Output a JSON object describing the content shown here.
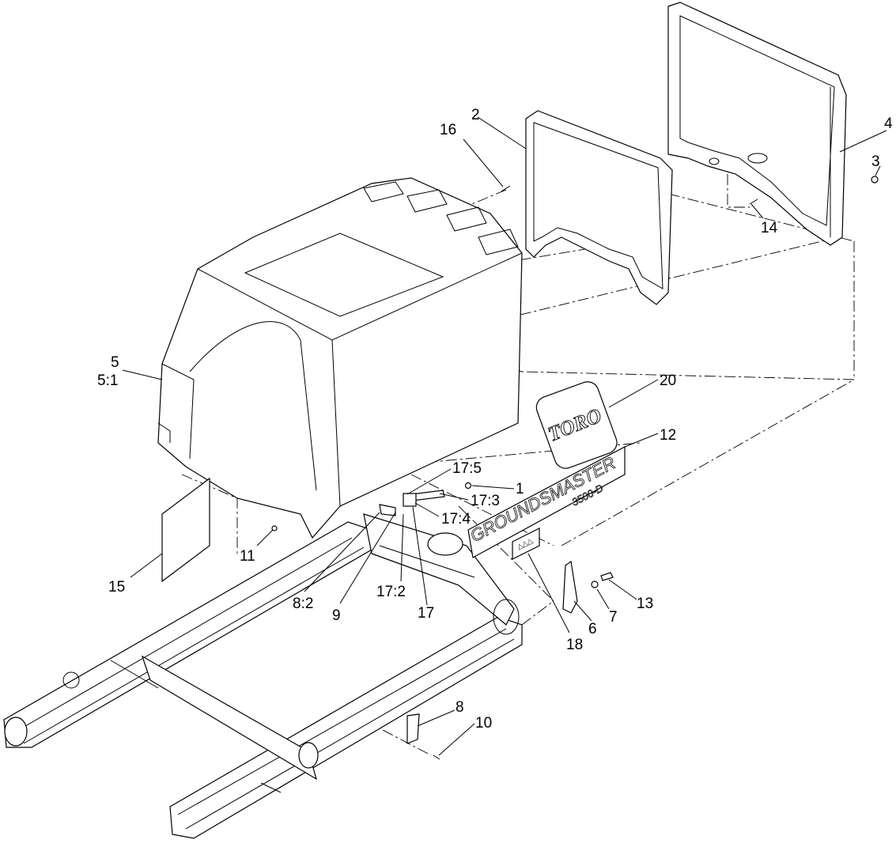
{
  "callouts": [
    {
      "text": "2",
      "name": "callout-2"
    },
    {
      "text": "16",
      "name": "callout-16"
    },
    {
      "text": "4",
      "name": "callout-4"
    },
    {
      "text": "3",
      "name": "callout-3"
    },
    {
      "text": "14",
      "name": "callout-14"
    },
    {
      "text": "5",
      "name": "callout-5"
    },
    {
      "text": "5:1",
      "name": "callout-5-1"
    },
    {
      "text": "20",
      "name": "callout-20"
    },
    {
      "text": "12",
      "name": "callout-12"
    },
    {
      "text": "17:5",
      "name": "callout-17-5"
    },
    {
      "text": "1",
      "name": "callout-1"
    },
    {
      "text": "17:3",
      "name": "callout-17-3"
    },
    {
      "text": "17:4",
      "name": "callout-17-4"
    },
    {
      "text": "11",
      "name": "callout-11"
    },
    {
      "text": "15",
      "name": "callout-15"
    },
    {
      "text": "8:2",
      "name": "callout-8-2"
    },
    {
      "text": "9",
      "name": "callout-9"
    },
    {
      "text": "17:2",
      "name": "callout-17-2"
    },
    {
      "text": "17",
      "name": "callout-17"
    },
    {
      "text": "13",
      "name": "callout-13"
    },
    {
      "text": "7",
      "name": "callout-7"
    },
    {
      "text": "6",
      "name": "callout-6"
    },
    {
      "text": "18",
      "name": "callout-18"
    },
    {
      "text": "8",
      "name": "callout-8"
    },
    {
      "text": "10",
      "name": "callout-10"
    }
  ],
  "decals": {
    "brand": "TORO",
    "model_name": "GROUNDSMASTER",
    "model_number": "3500-D",
    "warning_symbols": "△△△"
  }
}
